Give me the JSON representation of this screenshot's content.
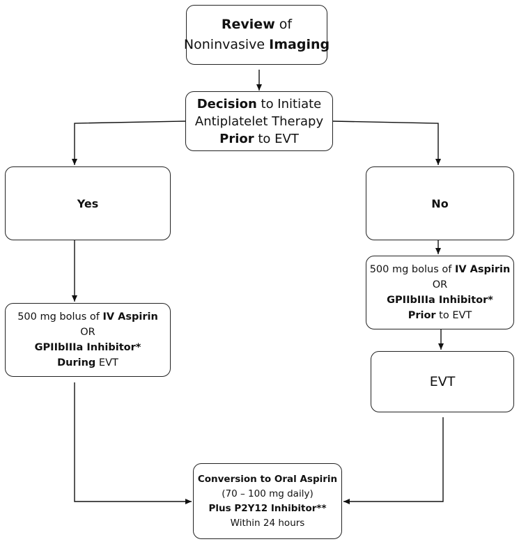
{
  "nodes": {
    "review": [
      [
        {
          "t": "Review",
          "b": true
        },
        {
          "t": " of",
          "b": false
        }
      ],
      [
        {
          "t": "Noninvasive ",
          "b": false
        },
        {
          "t": "Imaging",
          "b": true
        }
      ]
    ],
    "decision": [
      [
        {
          "t": "Decision",
          "b": true
        },
        {
          "t": " to Initiate",
          "b": false
        }
      ],
      [
        {
          "t": "Antiplatelet Therapy",
          "b": false
        }
      ],
      [
        {
          "t": "Prior",
          "b": true
        },
        {
          "t": " to EVT",
          "b": false
        }
      ]
    ],
    "yes": [
      [
        {
          "t": "Yes",
          "b": true
        }
      ]
    ],
    "no": [
      [
        {
          "t": "No",
          "b": true
        }
      ]
    ],
    "yes_treatment": [
      [
        {
          "t": "500 mg bolus of ",
          "b": false
        },
        {
          "t": "IV Aspirin",
          "b": true
        }
      ],
      [
        {
          "t": "OR",
          "b": false
        }
      ],
      [
        {
          "t": "GPIIbIIIa Inhibitor*",
          "b": true
        }
      ],
      [
        {
          "t": "During",
          "b": true
        },
        {
          "t": " EVT",
          "b": false
        }
      ]
    ],
    "no_treatment": [
      [
        {
          "t": "500 mg bolus of ",
          "b": false
        },
        {
          "t": "IV Aspirin",
          "b": true
        }
      ],
      [
        {
          "t": "OR",
          "b": false
        }
      ],
      [
        {
          "t": "GPIIbIIIa Inhibitor*",
          "b": true
        }
      ],
      [
        {
          "t": "Prior",
          "b": true
        },
        {
          "t": " to EVT",
          "b": false
        }
      ]
    ],
    "evt": [
      [
        {
          "t": "EVT",
          "b": false
        }
      ]
    ],
    "conversion": [
      [
        {
          "t": "Conversion to Oral Aspirin",
          "b": true
        }
      ],
      [
        {
          "t": "(70 – 100 mg daily)",
          "b": false
        }
      ],
      [
        {
          "t": "Plus P2Y12 Inhibitor**",
          "b": true
        }
      ],
      [
        {
          "t": "Within 24 hours",
          "b": false
        }
      ]
    ]
  },
  "edges": [
    {
      "from": "review",
      "to": "decision"
    },
    {
      "from": "decision",
      "to": "yes",
      "label": ""
    },
    {
      "from": "decision",
      "to": "no",
      "label": ""
    },
    {
      "from": "yes",
      "to": "yes_treatment"
    },
    {
      "from": "no",
      "to": "no_treatment"
    },
    {
      "from": "no_treatment",
      "to": "evt"
    },
    {
      "from": "yes_treatment",
      "to": "conversion"
    },
    {
      "from": "evt",
      "to": "conversion"
    }
  ]
}
